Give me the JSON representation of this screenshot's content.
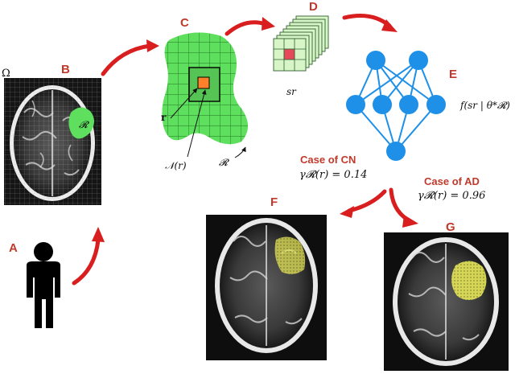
{
  "panels": {
    "a": "A",
    "b": "B",
    "c": "C",
    "d": "D",
    "e": "E",
    "f": "F",
    "g": "G"
  },
  "symbols": {
    "omega": "Ω",
    "region_R": "𝓡",
    "r": "r",
    "neighborhood": "𝒩(r)",
    "region_R2": "𝓡",
    "s_r": "sr",
    "f_label": "f(sr | θ*𝓡)"
  },
  "cases": {
    "cn_title": "Case of CN",
    "cn_gamma": "γ𝓡(r) = 0.14",
    "ad_title": "Case of AD",
    "ad_gamma": "γ𝓡(r) = 0.96"
  },
  "colors": {
    "accent_red": "#d81e1e",
    "label_red": "#c0392b",
    "region_green": "#5ee05e",
    "grid_dark": "#2e8b2e",
    "network_blue": "#1e90e8",
    "highlight_orange": "#ff7f2a",
    "yellow_patch": "#e6e65a"
  }
}
